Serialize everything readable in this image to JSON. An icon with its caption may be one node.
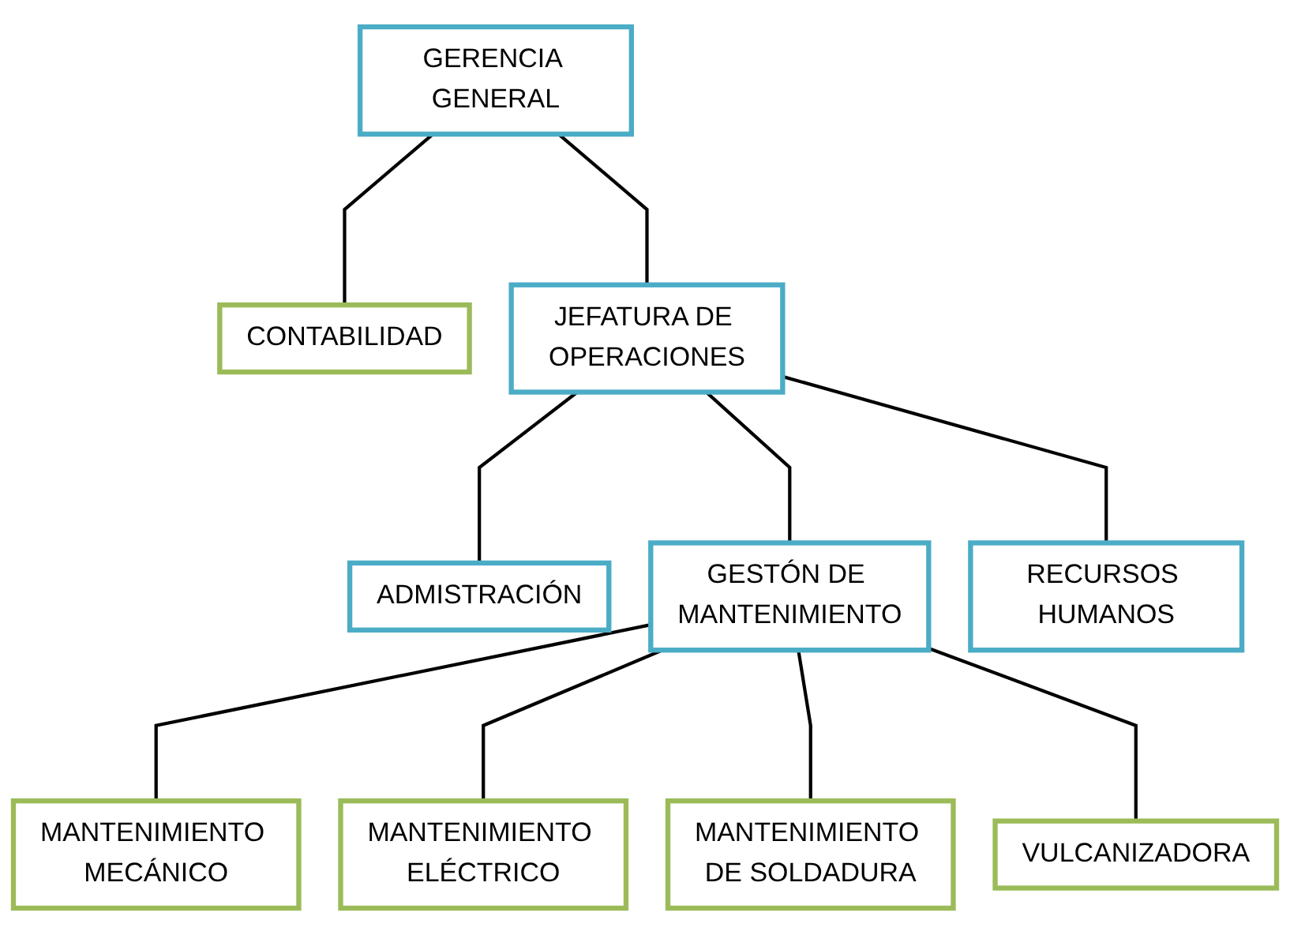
{
  "diagram": {
    "nodes": [
      {
        "text": [
          "GERENCIA GENERAL"
        ]
      },
      {
        "text": [
          "CONTABILIDAD"
        ]
      },
      {
        "text": [
          "JEFATURA DE OPERACIONES"
        ]
      },
      {
        "text": [
          "ADMISTRACIÓN"
        ]
      },
      {
        "text": [
          "GESTÓN DE MANTENIMIENTO"
        ]
      },
      {
        "text": [
          "RECURSOS HUMANOS"
        ]
      },
      {
        "text": [
          "MANTENIMIENTO MECÁNICO"
        ]
      },
      {
        "text": [
          "MANTENIMIENTO ELÉCTRICO"
        ]
      },
      {
        "text": [
          "MANTENIMIENTO DE SOLDADURA"
        ]
      },
      {
        "text": [
          "VULCANIZADORA"
        ]
      }
    ],
    "edges": [
      {
        "from": 0,
        "to": 1,
        "arrow": "none"
      },
      {
        "from": 0,
        "to": 2,
        "arrow": "none"
      },
      {
        "from": 2,
        "to": 3,
        "arrow": "none"
      },
      {
        "from": 2,
        "to": 4,
        "arrow": "none"
      },
      {
        "from": 2,
        "to": 5,
        "arrow": "none"
      },
      {
        "from": 4,
        "to": 6,
        "arrow": "none"
      },
      {
        "from": 4,
        "to": 7,
        "arrow": "none"
      },
      {
        "from": 4,
        "to": 8,
        "arrow": "none"
      },
      {
        "from": 4,
        "to": 9,
        "arrow": "none"
      }
    ]
  }
}
